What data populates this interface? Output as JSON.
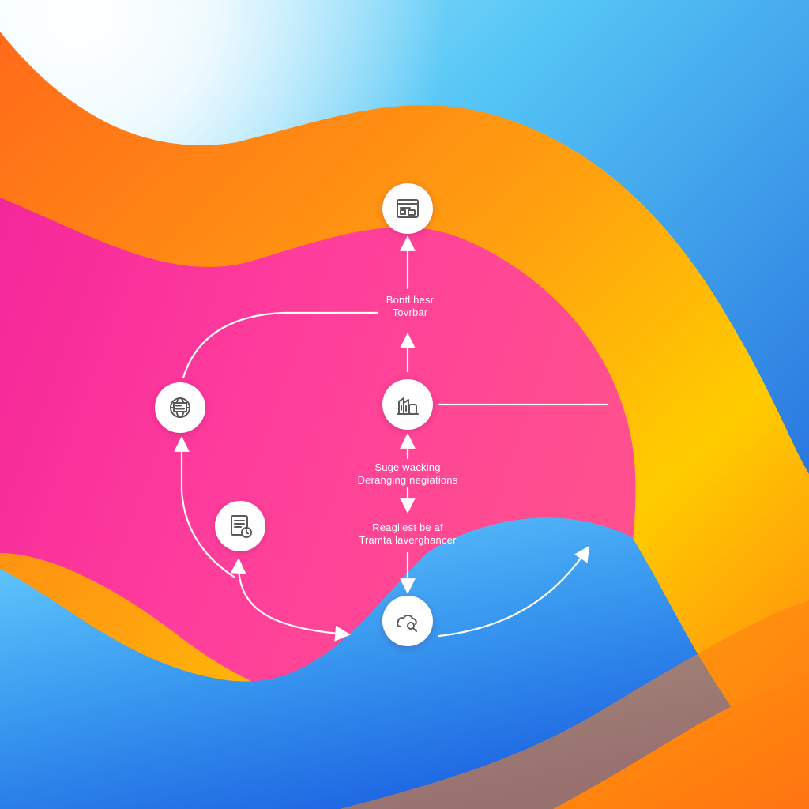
{
  "diagram": {
    "labels": {
      "top": {
        "line1": "Bontl hesr",
        "line2": "Tovrbar"
      },
      "middle": {
        "line1": "Suge wacking",
        "line2": "Deranging negiations"
      },
      "bottom": {
        "line1": "Reagllest be af",
        "line2": "Tramta laverghancer"
      }
    },
    "nodes": [
      {
        "id": "browser",
        "icon": "browser-window-icon"
      },
      {
        "id": "globe",
        "icon": "globe-document-icon"
      },
      {
        "id": "hub",
        "icon": "building-analytics-icon"
      },
      {
        "id": "schedule",
        "icon": "document-clock-icon"
      },
      {
        "id": "cloud",
        "icon": "cloud-search-icon"
      }
    ]
  },
  "colors": {
    "pink": "#ff3c9a",
    "orange": "#ff8a1a",
    "yellow": "#ffc107",
    "blue": "#1b6fe0",
    "sky": "#6fd3ff",
    "white": "#ffffff",
    "icon_stroke": "#5a5a5a"
  }
}
